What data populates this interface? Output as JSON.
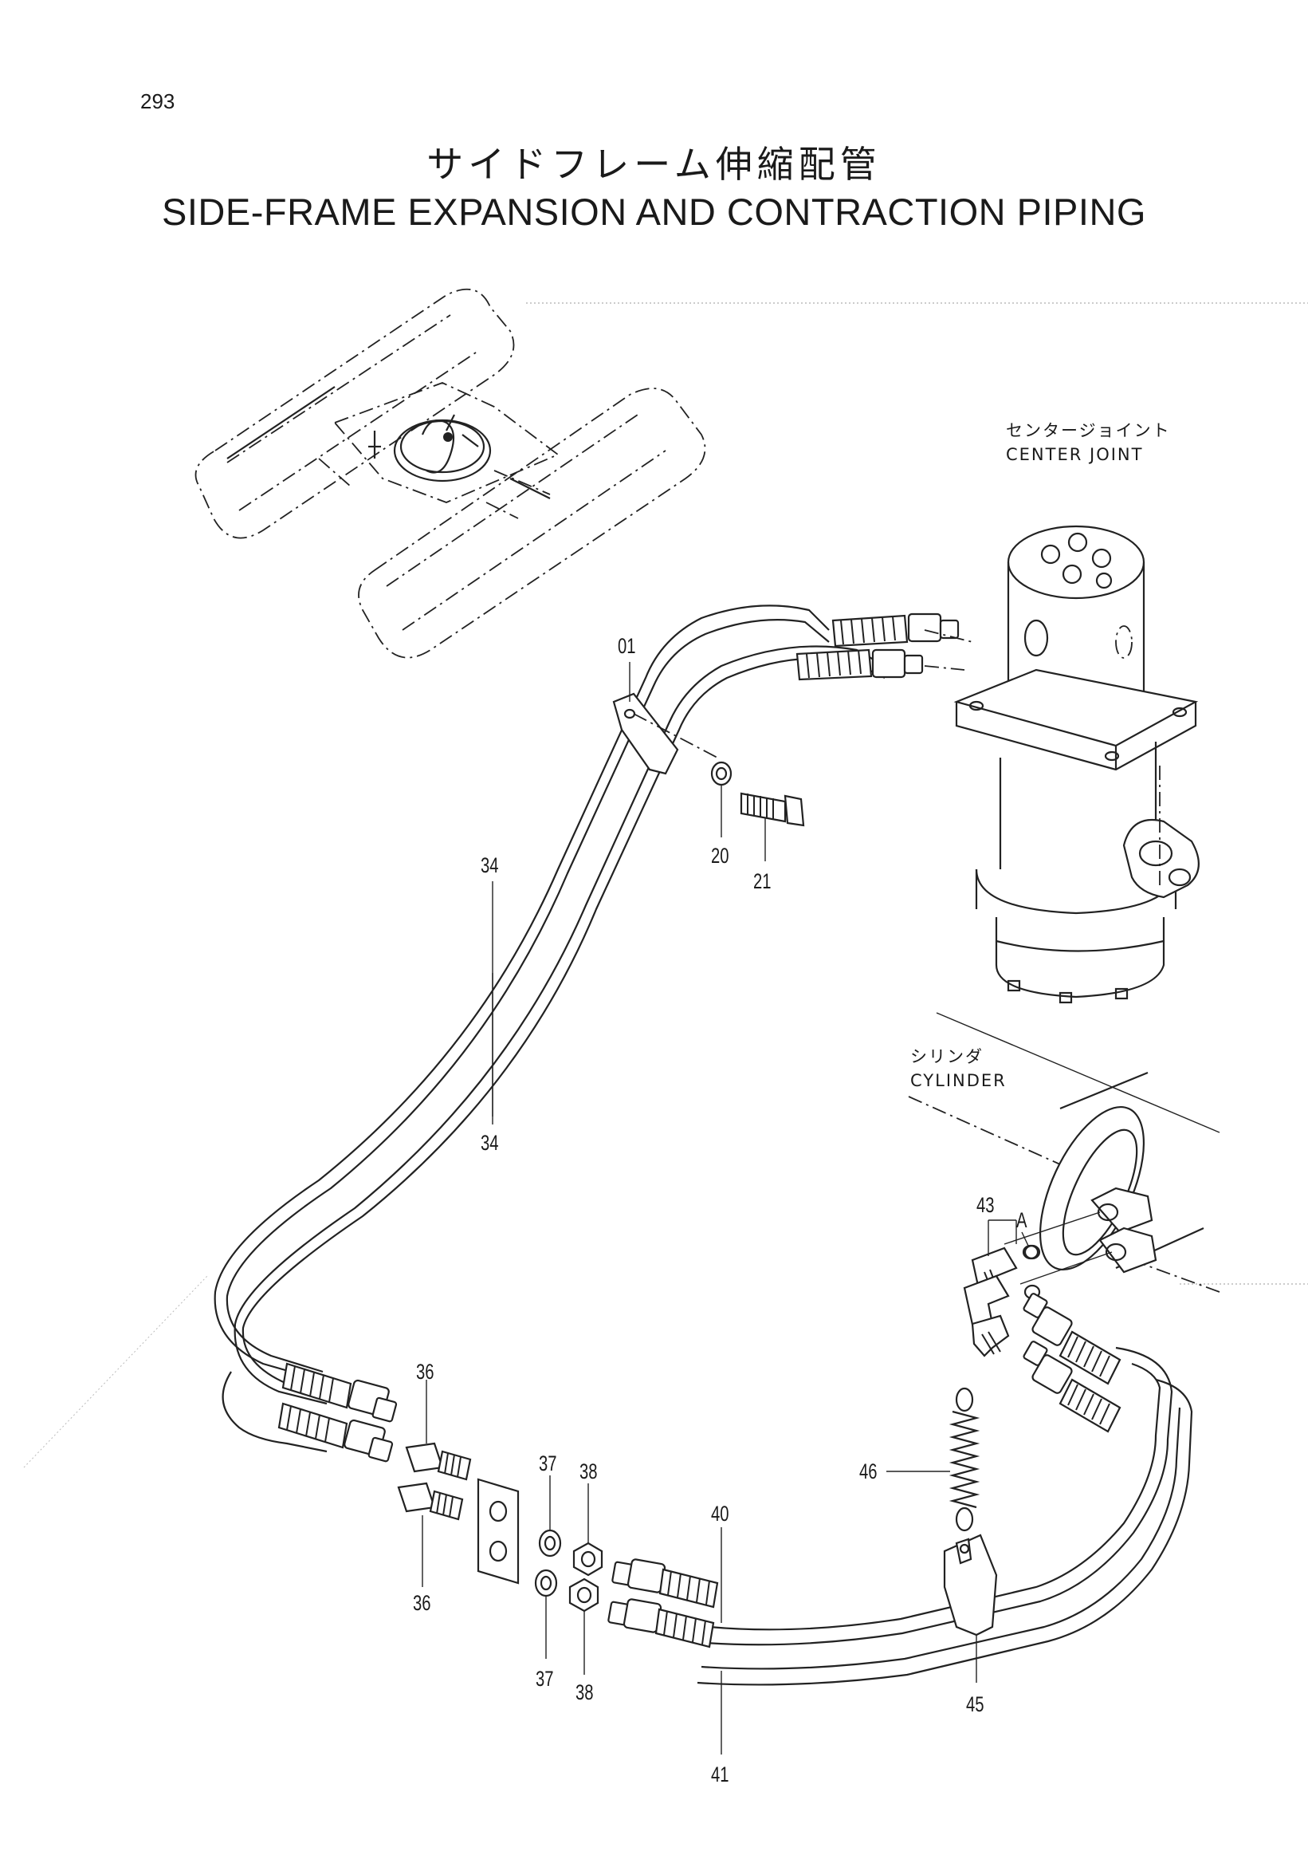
{
  "page_number": "293",
  "title_jp": "サイドフレーム伸縮配管",
  "title_en": "SIDE-FRAME EXPANSION AND CONTRACTION PIPING",
  "components": {
    "center_joint": {
      "jp": "センタージョイント",
      "en": "CENTER JOINT"
    },
    "cylinder": {
      "jp": "シリンダ",
      "en": "CYLINDER"
    }
  },
  "part_labels": [
    "01",
    "20",
    "21",
    "34",
    "34",
    "36",
    "36",
    "37",
    "37",
    "38",
    "38",
    "40",
    "41",
    "43",
    "45",
    "46",
    "A"
  ]
}
